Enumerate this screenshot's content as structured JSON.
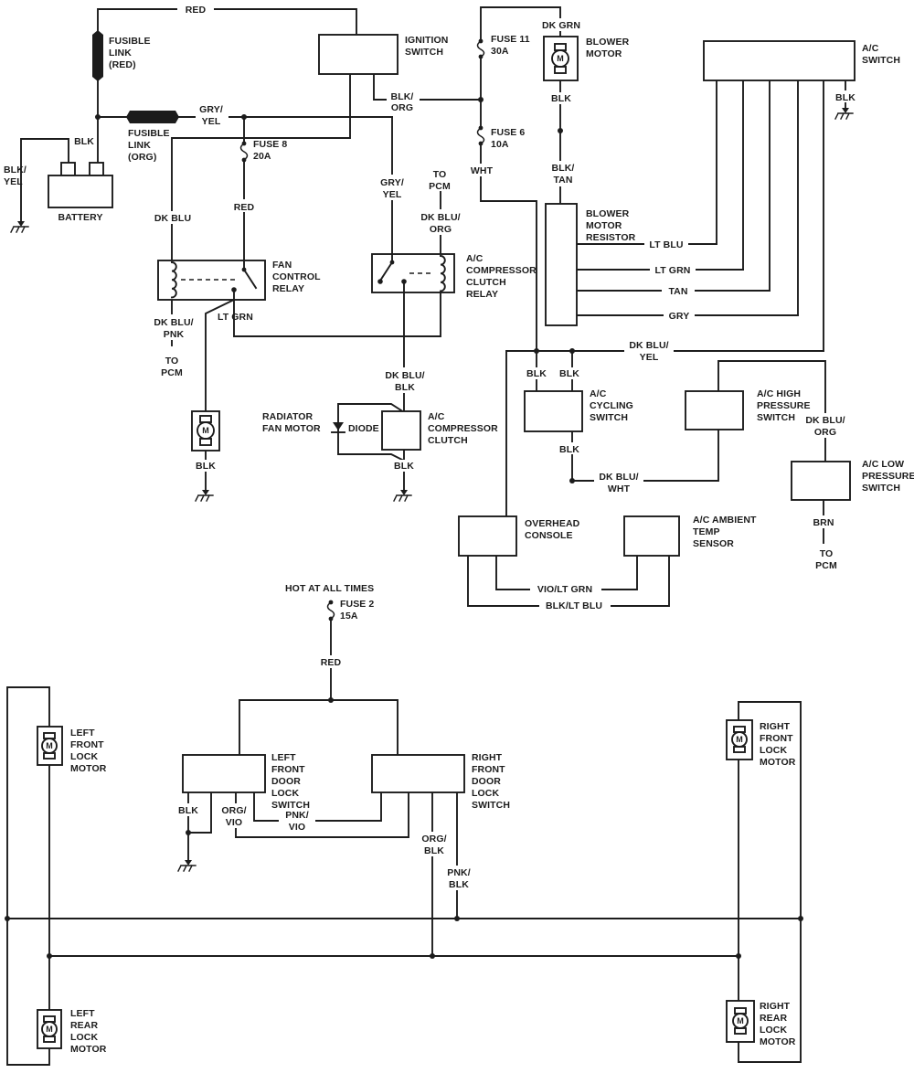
{
  "meta": {
    "background": "#ffffff",
    "line_color": "#1c1c1c"
  },
  "labels": {
    "red_top": [
      "RED"
    ],
    "fusible_link_red": [
      "FUSIBLE",
      "LINK",
      "(RED)"
    ],
    "gry_yel_h": [
      "GRY/",
      "YEL"
    ],
    "fusible_link_org": [
      "FUSIBLE",
      "LINK",
      "(ORG)"
    ],
    "blk_battery": [
      "BLK"
    ],
    "blk_yel": [
      "BLK/",
      "YEL"
    ],
    "battery": [
      "BATTERY"
    ],
    "ignition_switch": [
      "IGNITION",
      "SWITCH"
    ],
    "blk_org": [
      "BLK/",
      "ORG"
    ],
    "fuse_8": [
      "FUSE 8",
      "20A"
    ],
    "red_fuse8": [
      "RED"
    ],
    "dk_blu": [
      "DK BLU"
    ],
    "fuse_11": [
      "FUSE 11",
      "30A"
    ],
    "fuse_6": [
      "FUSE 6",
      "10A"
    ],
    "wht": [
      "WHT"
    ],
    "dk_grn": [
      "DK GRN"
    ],
    "blower_motor": [
      "BLOWER",
      "MOTOR"
    ],
    "blk_blower": [
      "BLK"
    ],
    "blk_tan": [
      "BLK/",
      "TAN"
    ],
    "blower_motor_resistor": [
      "BLOWER",
      "MOTOR",
      "RESISTOR"
    ],
    "ac_switch": [
      "A/C",
      "SWITCH"
    ],
    "blk_ac_switch": [
      "BLK"
    ],
    "lt_blu": [
      "LT BLU"
    ],
    "lt_grn_resistor": [
      "LT GRN"
    ],
    "tan": [
      "TAN"
    ],
    "gry": [
      "GRY"
    ],
    "gry_yel_v": [
      "GRY/",
      "YEL"
    ],
    "to_pcm_top": [
      "TO",
      "PCM"
    ],
    "dk_blu_org_relay": [
      "DK BLU/",
      "ORG"
    ],
    "fan_control_relay": [
      "FAN",
      "CONTROL",
      "RELAY"
    ],
    "ac_compressor_clutch_relay": [
      "A/C",
      "COMPRESSOR",
      "CLUTCH",
      "RELAY"
    ],
    "dk_blu_pnk": [
      "DK BLU/",
      "PNK"
    ],
    "to_pcm_left": [
      "TO",
      "PCM"
    ],
    "lt_grn_out": [
      "LT GRN"
    ],
    "dk_blu_blk": [
      "DK BLU/",
      "BLK"
    ],
    "radiator_fan_motor": [
      "RADIATOR",
      "FAN MOTOR"
    ],
    "diode": [
      "DIODE"
    ],
    "ac_compressor_clutch": [
      "A/C",
      "COMPRESSOR",
      "CLUTCH"
    ],
    "blk_rad": [
      "BLK"
    ],
    "blk_clutch": [
      "BLK"
    ],
    "dk_blu_yel": [
      "DK BLU/",
      "YEL"
    ],
    "blk_cycling_left": [
      "BLK"
    ],
    "blk_cycling_right": [
      "BLK"
    ],
    "blk_cycling_bottom": [
      "BLK"
    ],
    "ac_cycling_switch": [
      "A/C",
      "CYCLING",
      "SWITCH"
    ],
    "ac_high_pressure_switch": [
      "A/C HIGH",
      "PRESSURE",
      "SWITCH"
    ],
    "dk_blu_org_low": [
      "DK BLU/",
      "ORG"
    ],
    "ac_low_pressure_switch": [
      "A/C LOW",
      "PRESSURE",
      "SWITCH"
    ],
    "dk_blu_wht": [
      "DK BLU/",
      "WHT"
    ],
    "brn": [
      "BRN"
    ],
    "to_pcm_right": [
      "TO",
      "PCM"
    ],
    "overhead_console": [
      "OVERHEAD",
      "CONSOLE"
    ],
    "ac_ambient_temp_sensor": [
      "A/C AMBIENT",
      "TEMP",
      "SENSOR"
    ],
    "vio_lt_grn": [
      "VIO/LT GRN"
    ],
    "blk_lt_blu": [
      "BLK/LT BLU"
    ],
    "hot_at_all_times": [
      "HOT AT ALL TIMES"
    ],
    "fuse_2": [
      "FUSE 2",
      "15A"
    ],
    "red_bottom": [
      "RED"
    ],
    "left_front_lock_motor": [
      "LEFT",
      "FRONT",
      "LOCK",
      "MOTOR"
    ],
    "left_front_door_lock_switch": [
      "LEFT",
      "FRONT",
      "DOOR",
      "LOCK",
      "SWITCH"
    ],
    "right_front_door_lock_switch": [
      "RIGHT",
      "FRONT",
      "DOOR",
      "LOCK",
      "SWITCH"
    ],
    "right_front_lock_motor": [
      "RIGHT",
      "FRONT",
      "LOCK",
      "MOTOR"
    ],
    "blk_door": [
      "BLK"
    ],
    "org_vio": [
      "ORG/",
      "VIO"
    ],
    "pnk_vio": [
      "PNK/",
      "VIO"
    ],
    "org_blk": [
      "ORG/",
      "BLK"
    ],
    "pnk_blk": [
      "PNK/",
      "BLK"
    ],
    "left_rear_lock_motor": [
      "LEFT",
      "REAR",
      "LOCK",
      "MOTOR"
    ],
    "right_rear_lock_motor": [
      "RIGHT",
      "REAR",
      "LOCK",
      "MOTOR"
    ],
    "motor_m": [
      "M"
    ]
  }
}
